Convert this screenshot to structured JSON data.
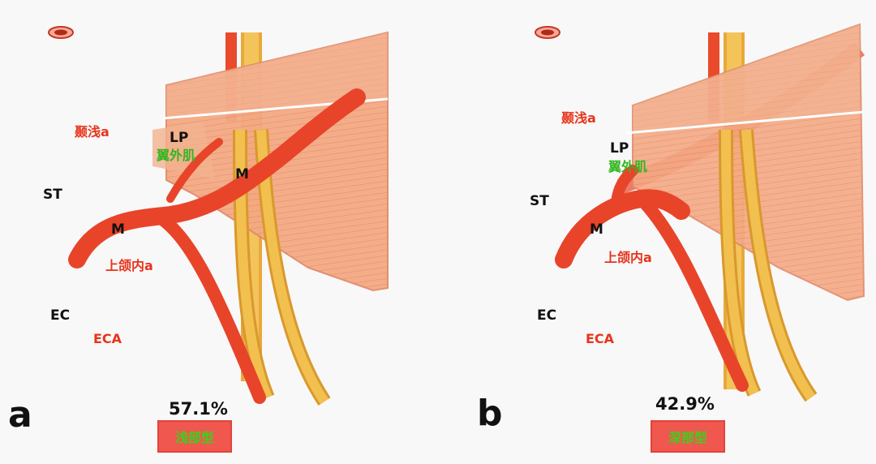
{
  "panels": [
    {
      "letter": "a",
      "percent": "57.1%",
      "type_label": "浅部型",
      "labels": {
        "sta_cn": "颞浅a",
        "lp": "LP",
        "lp_cn": "翼外肌",
        "st": "ST",
        "m1": "M",
        "m2": "M",
        "ima_cn": "上颌内a",
        "ec": "EC",
        "eca": "ECA"
      }
    },
    {
      "letter": "b",
      "percent": "42.9%",
      "type_label": "深部型",
      "labels": {
        "sta_cn": "颞浅a",
        "lp": "LP",
        "lp_cn": "翼外肌",
        "st": "ST",
        "m1": "M",
        "ima_cn": "上颌内a",
        "ec": "EC",
        "eca": "ECA"
      }
    }
  ],
  "colors": {
    "artery": "#ef4a2d",
    "artery_dark": "#c93620",
    "muscle": "#f3a27d",
    "nerve": "#f0bf4e",
    "label_red": "#e8341c",
    "label_green": "#33b51f",
    "badge_fill": "#f0574e",
    "badge_text": "#3bd21c"
  }
}
